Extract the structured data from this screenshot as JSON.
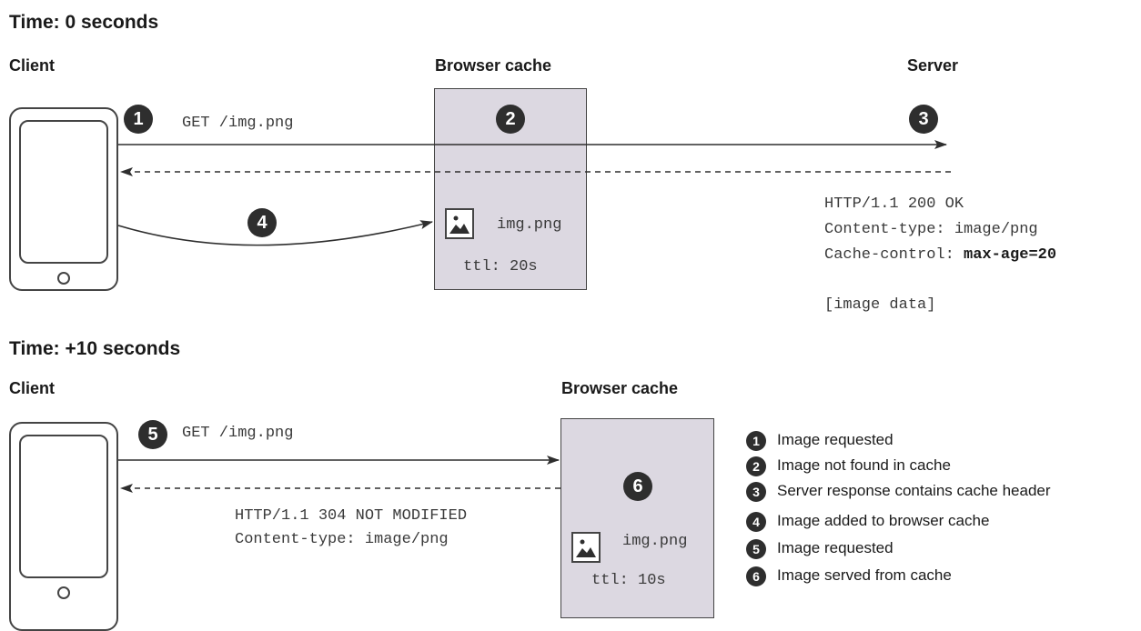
{
  "panel_top": {
    "time_heading": "Time: 0 seconds",
    "client_label": "Client",
    "cache_label": "Browser cache",
    "server_label": "Server",
    "request_text": "GET /img.png",
    "steps": [
      "1",
      "2",
      "3",
      "4"
    ],
    "cache_item": {
      "filename": "img.png",
      "ttl": "ttl: 20s"
    },
    "response": {
      "status_line": "HTTP/1.1 200 OK",
      "content_type": "Content-type: image/png",
      "cache_control_key": "Cache-control: ",
      "cache_control_value": "max-age=20",
      "body": "[image data]"
    }
  },
  "panel_bottom": {
    "time_heading": "Time: +10 seconds",
    "client_label": "Client",
    "cache_label": "Browser cache",
    "request_text": "GET /img.png",
    "steps": [
      "5",
      "6"
    ],
    "cache_item": {
      "filename": "img.png",
      "ttl": "ttl: 10s"
    },
    "response": {
      "status_line": "HTTP/1.1 304 NOT MODIFIED",
      "content_type": "Content-type: image/png"
    }
  },
  "legend": [
    {
      "num": "1",
      "text": "Image requested"
    },
    {
      "num": "2",
      "text": "Image not found in cache"
    },
    {
      "num": "3",
      "text": "Server response contains cache header"
    },
    {
      "num": "4",
      "text": "Image added to browser cache"
    },
    {
      "num": "5",
      "text": "Image requested"
    },
    {
      "num": "6",
      "text": "Image served from cache"
    }
  ],
  "icons": {
    "client_device": "smartphone-icon",
    "cached_file": "image-file-icon",
    "step_marker": "numbered-circle-icon"
  },
  "colors": {
    "cache_fill": "#dcd8e1",
    "outline": "#444444",
    "badge_fill": "#2e2e2e"
  }
}
